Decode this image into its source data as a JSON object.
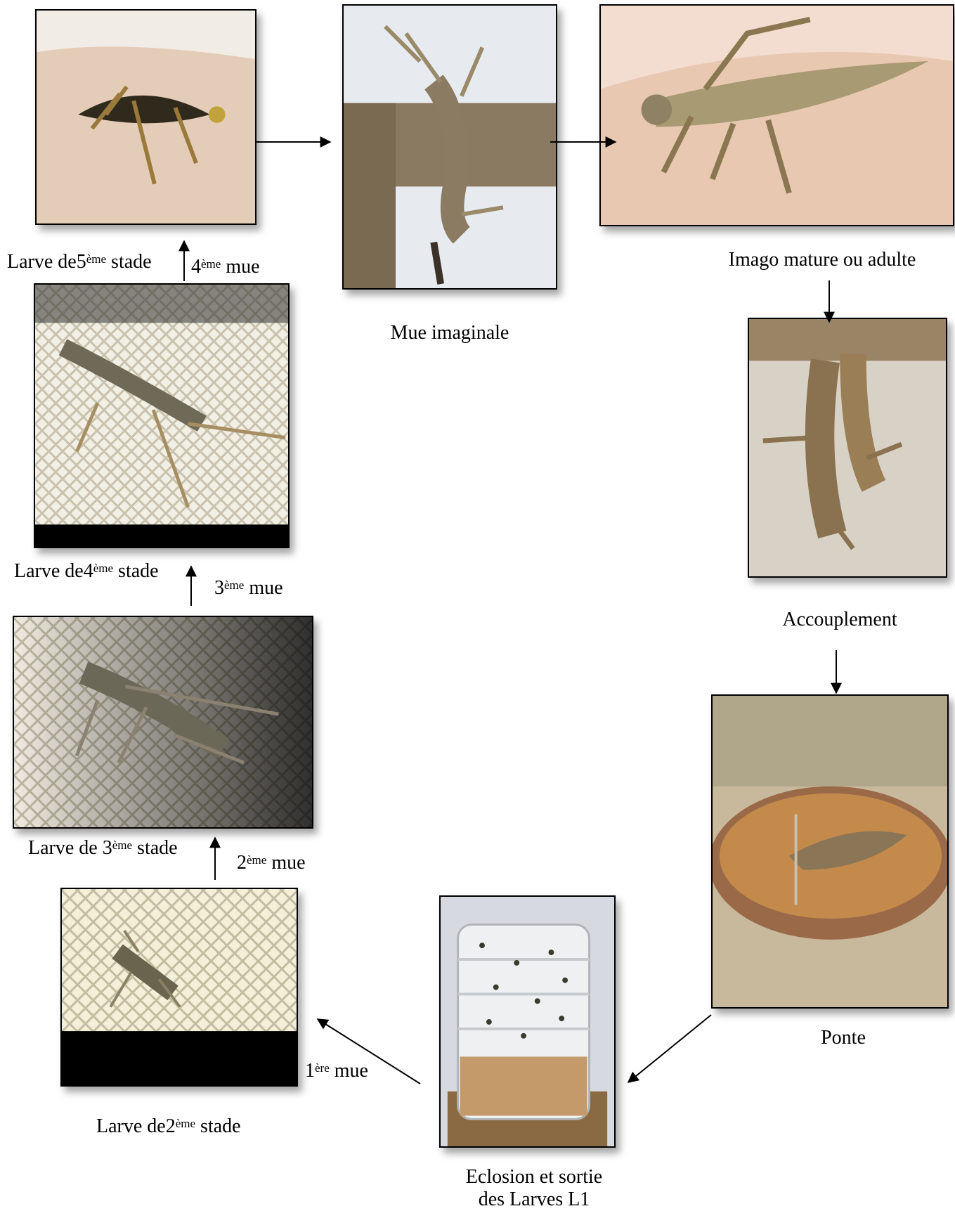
{
  "stages": {
    "l5": {
      "pre": "Larve de5",
      "sup": "ème",
      "post": " stade"
    },
    "mue4": {
      "pre": "4",
      "sup": "ème",
      "post": " mue"
    },
    "imaginale": "Mue imaginale",
    "imago": "Imago mature ou adulte",
    "l4": {
      "pre": "Larve de4",
      "sup": "ème",
      "post": " stade"
    },
    "mue3": {
      "pre": "3",
      "sup": "ème",
      "post": " mue"
    },
    "accouplement": "Accouplement",
    "l3": {
      "pre": "Larve de 3",
      "sup": "ème",
      "post": " stade"
    },
    "mue2": {
      "pre": "2",
      "sup": "ème",
      "post": " mue"
    },
    "ponte": "Ponte",
    "mue1": {
      "pre": "1",
      "sup": "ère",
      "post": " mue"
    },
    "l2": {
      "pre": "Larve de2",
      "sup": "ème",
      "post": " stade"
    },
    "eclosion": {
      "line1": "Eclosion et sortie",
      "line2": "des Larves L1"
    }
  },
  "colors": {
    "arrow": "#000000",
    "border": "#000000",
    "mesh": "#d9d4c4",
    "skin": "#e8cdb8",
    "wood": "#8a6a42",
    "sand": "#c78a4a"
  }
}
